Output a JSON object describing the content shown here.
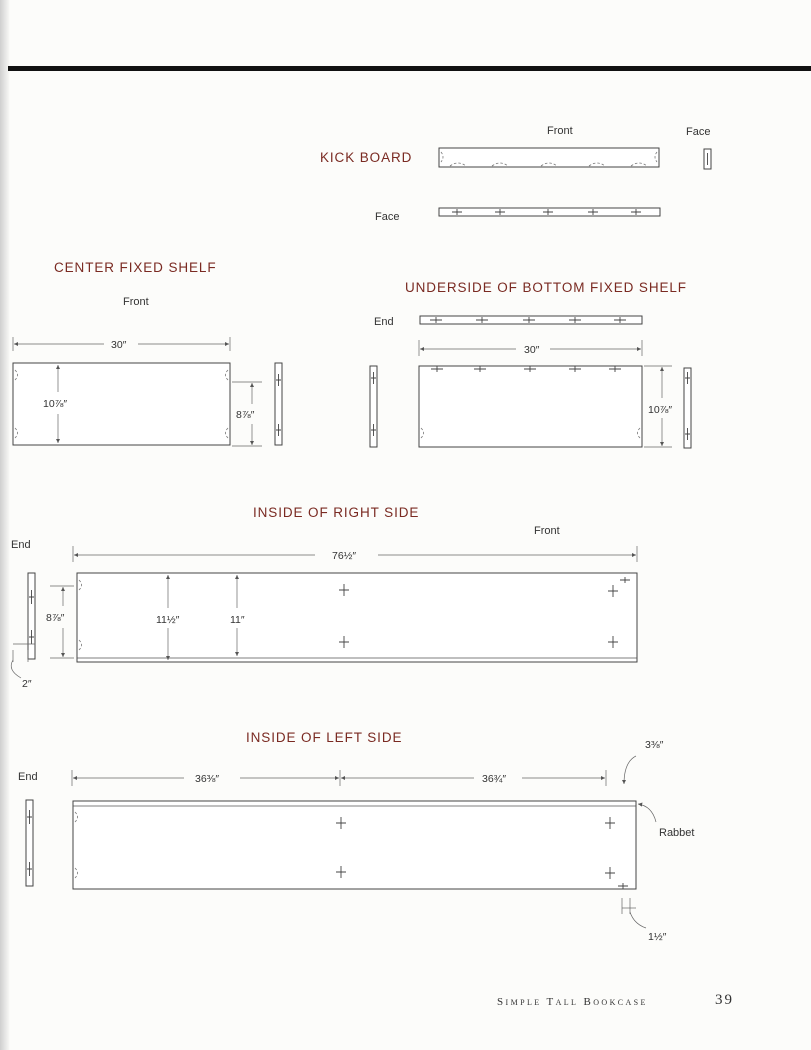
{
  "sections": {
    "kick_board": {
      "title": "KICK BOARD",
      "front_label": "Front",
      "face_label_top": "Face",
      "face_label_left": "Face"
    },
    "center_fixed_shelf": {
      "title": "CENTER FIXED SHELF",
      "front_label": "Front",
      "width_dim": "30″",
      "depth_dim": "10⅞″",
      "inner_dim": "8⅞″"
    },
    "underside_bottom_fixed_shelf": {
      "title": "UNDERSIDE OF BOTTOM FIXED SHELF",
      "end_label": "End",
      "width_dim": "30″",
      "depth_dim": "10⅞″"
    },
    "inside_right_side": {
      "title": "INSIDE OF RIGHT SIDE",
      "end_label": "End",
      "front_label": "Front",
      "length_dim": "76½″",
      "end_dim": "8⅞″",
      "dim_a": "11½″",
      "dim_b": "11″",
      "offset_dim": "2″"
    },
    "inside_left_side": {
      "title": "INSIDE OF LEFT SIDE",
      "end_label": "End",
      "dim_left": "36⅜″",
      "dim_right": "36¾″",
      "top_dim": "3⅜″",
      "rabbet_label": "Rabbet",
      "bottom_dim": "1½″"
    }
  },
  "footer": {
    "book_title": "Simple Tall Bookcase",
    "page_number": "39"
  }
}
